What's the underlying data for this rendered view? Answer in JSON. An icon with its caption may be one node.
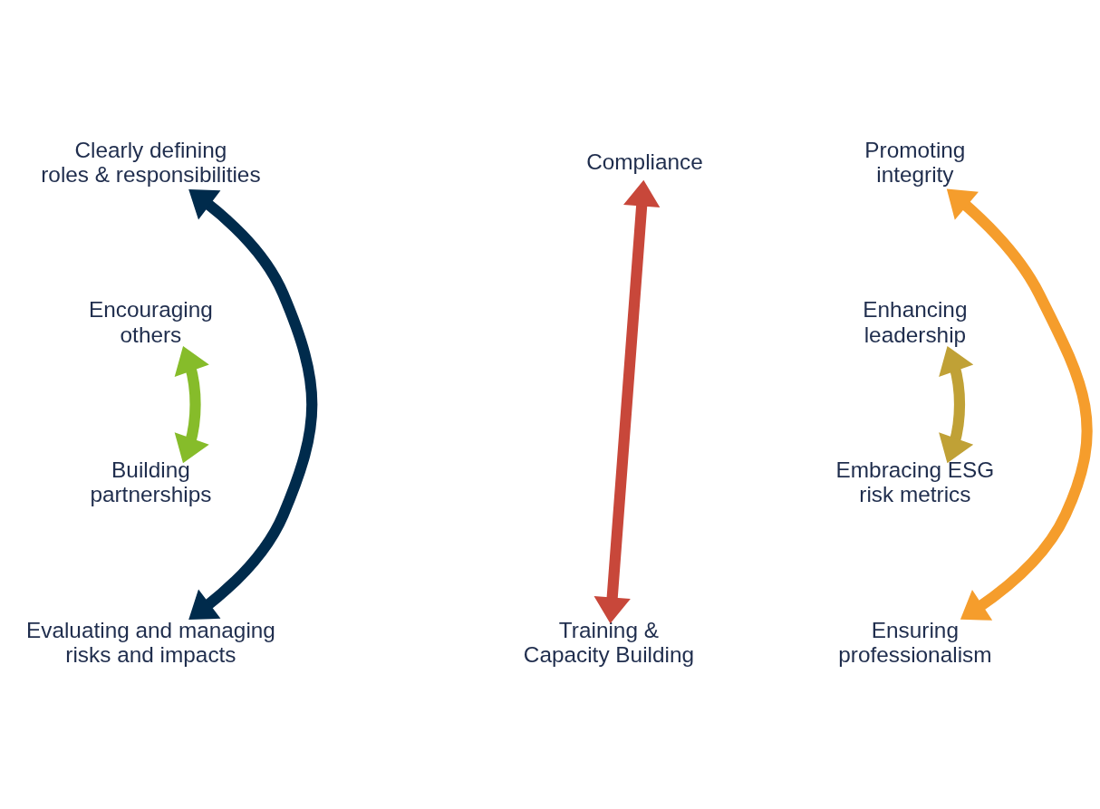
{
  "diagram": {
    "nodes": [
      {
        "text": [
          "Compliance"
        ]
      },
      {
        "text": [
          "Clearly defining roles & responsibilities"
        ]
      },
      {
        "text": [
          "Promoting integrity"
        ]
      },
      {
        "text": [
          "Encouraging others"
        ]
      },
      {
        "text": [
          "Enhancing leadership"
        ]
      },
      {
        "text": [
          "Building partnerships"
        ]
      },
      {
        "text": [
          "Embracing ESG risk metrics"
        ]
      },
      {
        "text": [
          "Evaluating and managing risks and impacts"
        ]
      },
      {
        "text": [
          "Ensuring professionalism"
        ]
      },
      {
        "text": [
          "Training & Capacity Building"
        ]
      }
    ],
    "edges": [
      {
        "from": 0,
        "to": 9,
        "arrow": "both",
        "color": "#c8473a"
      },
      {
        "from": 1,
        "to": 7,
        "arrow": "both",
        "color": "#002b4c"
      },
      {
        "from": 3,
        "to": 5,
        "arrow": "both",
        "color": "#86bc2a"
      },
      {
        "from": 2,
        "to": 8,
        "arrow": "both",
        "color": "#f59d2c"
      },
      {
        "from": 4,
        "to": 6,
        "arrow": "both",
        "color": "#c0a136"
      }
    ]
  }
}
